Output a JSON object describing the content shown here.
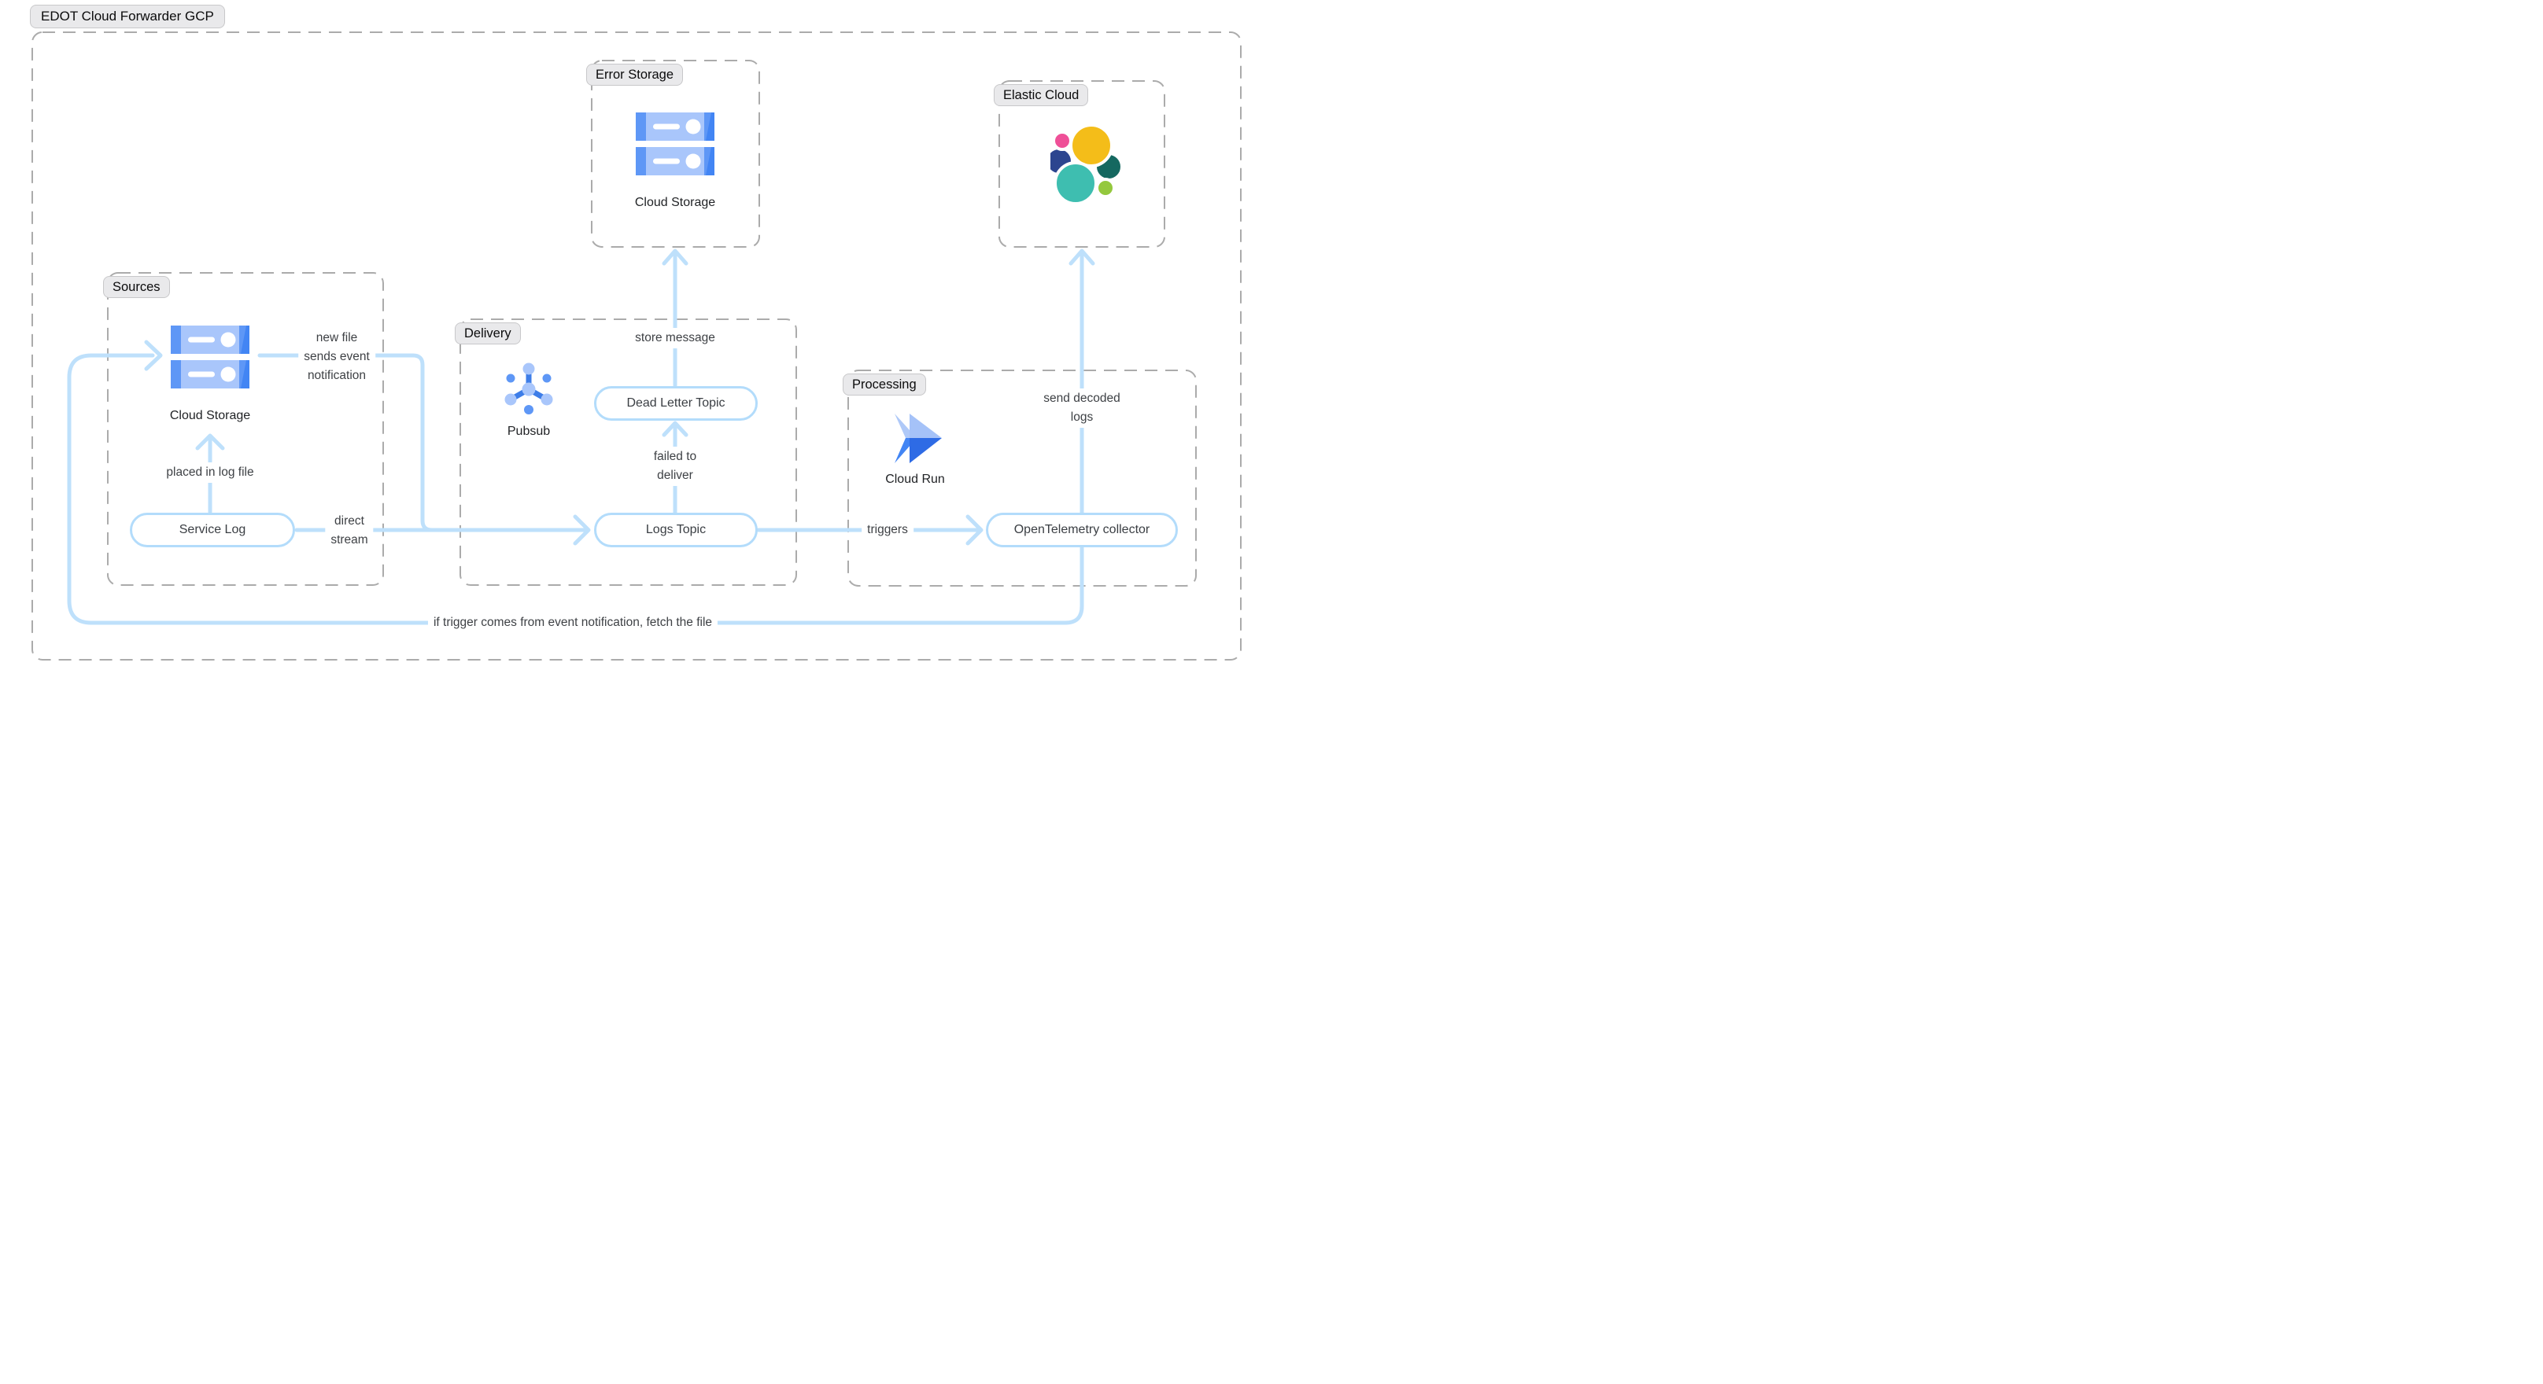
{
  "title": "EDOT Cloud Forwarder GCP",
  "groups": {
    "sources": {
      "label": "Sources"
    },
    "delivery": {
      "label": "Delivery"
    },
    "error_storage": {
      "label": "Error Storage"
    },
    "processing": {
      "label": "Processing"
    },
    "elastic_cloud": {
      "label": "Elastic Cloud"
    }
  },
  "nodes": {
    "cloud_storage_sources": {
      "label": "Cloud Storage",
      "icon": "cloud-storage-icon"
    },
    "service_log": {
      "label": "Service Log",
      "shape": "pill"
    },
    "pubsub": {
      "label": "Pubsub",
      "icon": "pubsub-icon"
    },
    "dead_letter_topic": {
      "label": "Dead Letter Topic",
      "shape": "pill"
    },
    "logs_topic": {
      "label": "Logs Topic",
      "shape": "pill"
    },
    "cloud_storage_error": {
      "label": "Cloud Storage",
      "icon": "cloud-storage-icon"
    },
    "cloud_run": {
      "label": "Cloud Run",
      "icon": "cloud-run-icon"
    },
    "otel_collector": {
      "label": "OpenTelemetry collector",
      "shape": "pill"
    },
    "elastic": {
      "label": "",
      "icon": "elastic-logo"
    }
  },
  "edge_labels": {
    "new_file": "new file\nsends event\nnotification",
    "placed_in_log_file": "placed in log file",
    "direct_stream": "direct\nstream",
    "store_message": "store message",
    "failed_to_deliver": "failed to\ndeliver",
    "triggers": "triggers",
    "send_decoded_logs": "send decoded\nlogs",
    "fetch_file": "if trigger comes from event notification, fetch the file"
  },
  "colors": {
    "arrow": "#BEE0FB",
    "pill": "#B3DCFB",
    "dash": "#ABABAB",
    "badge_bg": "#E9E9EB",
    "badge_border": "#C8C8CA",
    "label_ink": "#3E4145",
    "gcp_light": "#A9C6FB",
    "gcp_mid": "#5E97F6",
    "gcp_dark": "#4285F4",
    "ps_link": "#3D7DE8",
    "run_light": "#AFC9F8",
    "run_light2": "#A5C2F8",
    "run_dark": "#2E6BE5",
    "el_yellow": "#F4BD19",
    "el_pink": "#EF5098",
    "el_navy": "#2C458F",
    "el_teal": "#3EBEB0",
    "el_green": "#156860",
    "el_lime": "#94C83D"
  }
}
